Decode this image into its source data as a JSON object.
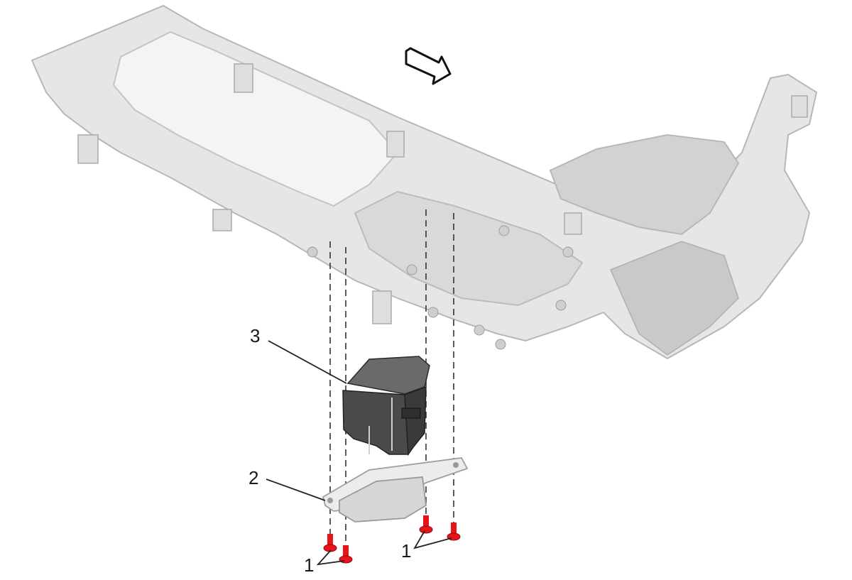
{
  "callouts": {
    "screw_left": {
      "number": "1",
      "part": "screw"
    },
    "screw_right": {
      "number": "1",
      "part": "screw"
    },
    "bracket": {
      "number": "2",
      "part": "bracket"
    },
    "module": {
      "number": "3",
      "part": "module"
    }
  },
  "colors": {
    "console_fill": "#e6e6e6",
    "console_edge": "#b7b7b7",
    "module_fill": "#4a4a4a",
    "bracket_fill": "#dcdcdc",
    "screw_fill": "#e8141c",
    "leader_line": "#222222"
  },
  "icons": {
    "direction_arrow": "front-direction-arrow-icon"
  }
}
